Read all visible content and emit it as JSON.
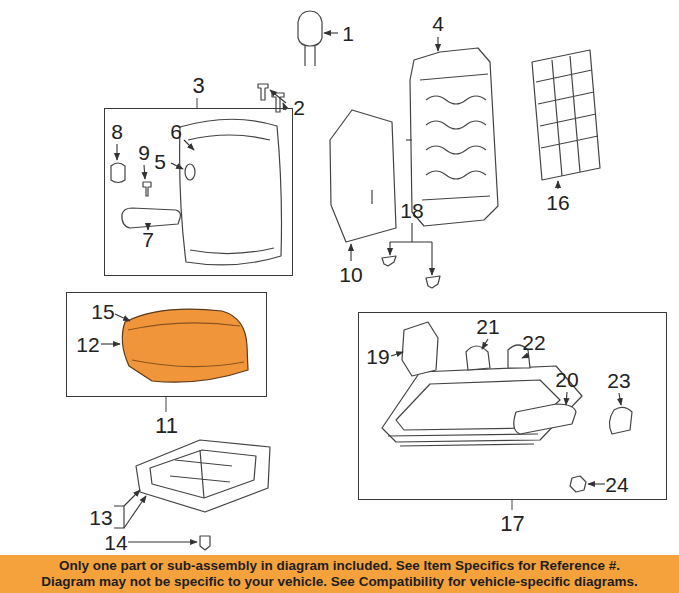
{
  "diagram": {
    "nodes": [
      {
        "text": [
          "3"
        ]
      },
      {
        "text": [
          "11"
        ]
      },
      {
        "text": [
          "17"
        ]
      },
      {
        "text": [
          "Only one part or sub-assembly in diagram included. See Item Specifics for Reference #.",
          "Diagram may not be specific to your vehicle. See Compatibility for vehicle-specific diagrams."
        ]
      }
    ],
    "edges": [],
    "labels": [
      "1",
      "2",
      "4",
      "8",
      "9",
      "6",
      "5",
      "7",
      "10",
      "18",
      "16",
      "15",
      "12",
      "21",
      "22",
      "19",
      "20",
      "23",
      "24",
      "13",
      "14"
    ]
  }
}
